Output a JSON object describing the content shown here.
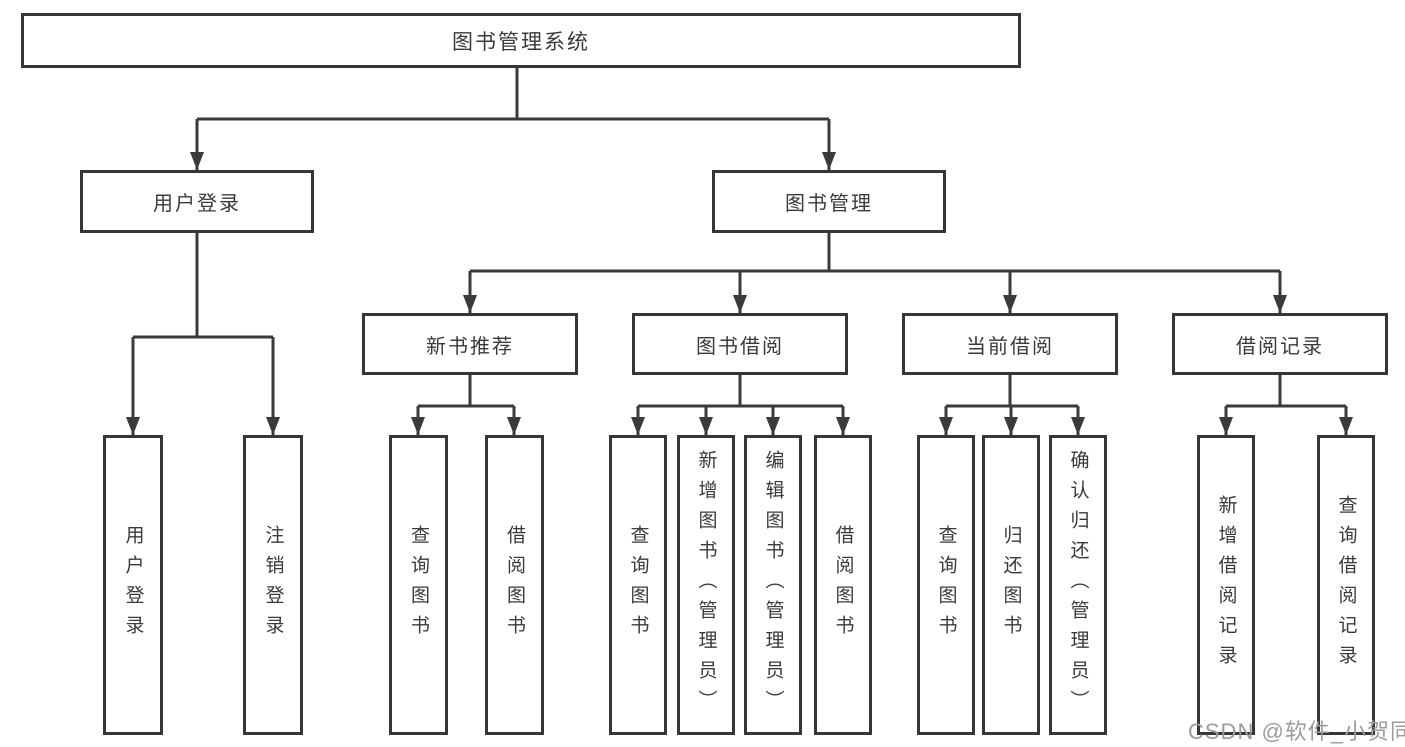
{
  "diagram": {
    "title_hint": "functional structure chart",
    "root": {
      "label": "图书管理系统"
    },
    "branches": [
      {
        "label": "用户登录",
        "children": [
          {
            "label": "用户登录"
          },
          {
            "label": "注销登录"
          }
        ]
      },
      {
        "label": "图书管理",
        "children": [
          {
            "label": "新书推荐",
            "children": [
              {
                "label": "查询图书"
              },
              {
                "label": "借阅图书"
              }
            ]
          },
          {
            "label": "图书借阅",
            "children": [
              {
                "label": "查询图书"
              },
              {
                "label": "新增图书（管理员）"
              },
              {
                "label": "编辑图书（管理员）"
              },
              {
                "label": "借阅图书"
              }
            ]
          },
          {
            "label": "当前借阅",
            "children": [
              {
                "label": "查询图书"
              },
              {
                "label": "归还图书"
              },
              {
                "label": "确认归还（管理员）"
              }
            ]
          },
          {
            "label": "借阅记录",
            "children": [
              {
                "label": "新增借阅记录"
              },
              {
                "label": "查询借阅记录"
              }
            ]
          }
        ]
      }
    ]
  },
  "watermark": {
    "text": "CSDN @软件_小贺同学"
  },
  "colors": {
    "line": "#3a3a3a",
    "box_border": "#363636",
    "text": "#3a3a3a",
    "watermark": "#9c9c9c",
    "background": "#ffffff"
  }
}
